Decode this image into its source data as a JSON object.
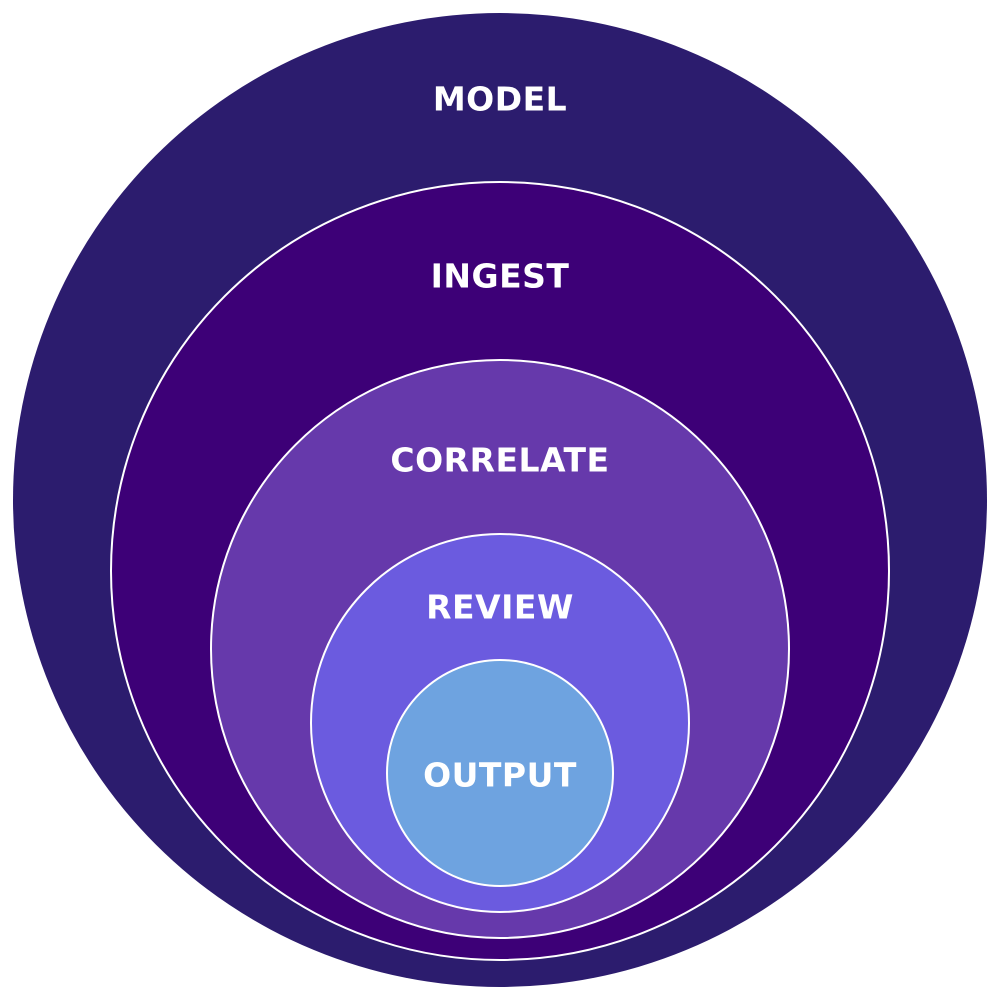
{
  "diagram": {
    "layers": [
      {
        "label": "MODEL",
        "fill": "#2c1c6e"
      },
      {
        "label": "INGEST",
        "fill": "#3d0077"
      },
      {
        "label": "CORRELATE",
        "fill": "#6639ab"
      },
      {
        "label": "REVIEW",
        "fill": "#6b5bdf"
      },
      {
        "label": "OUTPUT",
        "fill": "#6ea3e0"
      }
    ],
    "ring_stroke": "#ffffff"
  }
}
